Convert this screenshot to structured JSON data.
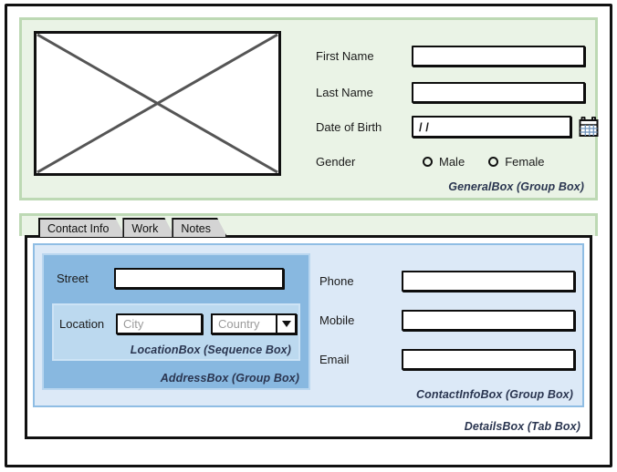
{
  "general_box": {
    "caption": "GeneralBox (Group Box)",
    "photo_placeholder_name": "image-placeholder",
    "fields": [
      {
        "label": "First Name",
        "value": "",
        "placeholder": ""
      },
      {
        "label": "Last Name",
        "value": "",
        "placeholder": ""
      },
      {
        "label": "Date of Birth",
        "value": "/  /",
        "placeholder": ""
      }
    ],
    "gender": {
      "label": "Gender",
      "options": [
        {
          "label": "Male",
          "selected": false
        },
        {
          "label": "Female",
          "selected": false
        }
      ]
    },
    "calendar_icon": "calendar-icon",
    "background_color": "#eaf3e6",
    "border_color": "#bdd9b4"
  },
  "tabs": {
    "items": [
      {
        "label": "Contact Info",
        "active": true
      },
      {
        "label": "Work",
        "active": false
      },
      {
        "label": "Notes",
        "active": false
      }
    ],
    "tab_background": "#d4d4d4"
  },
  "details_box": {
    "caption": "DetailsBox (Tab Box)",
    "contact_info_box": {
      "caption": "ContactInfoBox (Group Box)",
      "background_color": "#dce9f7",
      "fields": [
        {
          "label": "Phone",
          "value": "",
          "placeholder": ""
        },
        {
          "label": "Mobile",
          "value": "",
          "placeholder": ""
        },
        {
          "label": "Email",
          "value": "",
          "placeholder": ""
        }
      ]
    },
    "address_box": {
      "caption": "AddressBox (Group Box)",
      "background_color": "#88b8e0",
      "street": {
        "label": "Street",
        "value": "",
        "placeholder": ""
      },
      "location_box": {
        "caption": "LocationBox (Sequence Box)",
        "background_color": "#bcd9ef",
        "label": "Location",
        "city": {
          "value": "",
          "placeholder": "City"
        },
        "country": {
          "value": "",
          "placeholder": "Country",
          "dropdown_icon": "chevron-down-icon"
        }
      }
    }
  }
}
